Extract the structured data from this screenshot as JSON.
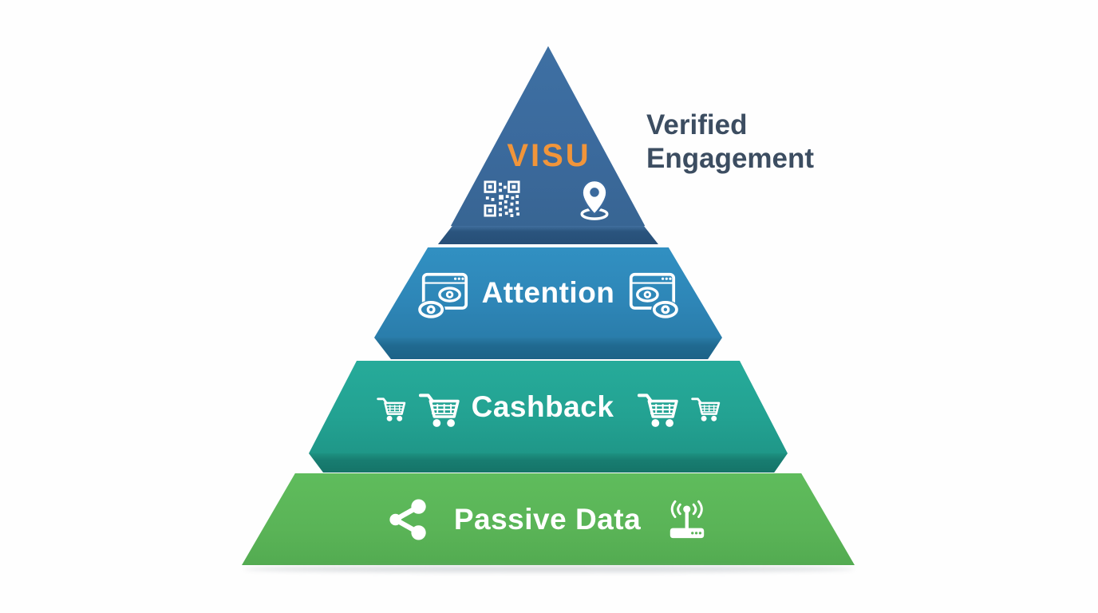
{
  "annotation": {
    "text": "Verified Engagement",
    "color": "#3c4d61"
  },
  "pyramid": {
    "label_color": "#ffffff",
    "tiers": [
      {
        "name": "Verified Engagement",
        "brand": "VISU",
        "brand_color": "#f1953a",
        "face_color": "#3b6a9d",
        "side_color": "#2a547e",
        "icons": [
          "qr-code",
          "location-pin"
        ]
      },
      {
        "name": "Attention",
        "label": "Attention",
        "face_color": "#2e86b7",
        "side_color": "#206a91",
        "icons": [
          "browser-eye",
          "browser-eye-mirrored"
        ]
      },
      {
        "name": "Cashback",
        "label": "Cashback",
        "face_color": "#23a292",
        "side_color": "#187d71",
        "icons": [
          "shopping-cart-small",
          "shopping-cart-large",
          "shopping-cart-large",
          "shopping-cart-small"
        ]
      },
      {
        "name": "Passive Data",
        "label": "Passive Data",
        "face_color": "#5ab457",
        "icons": [
          "share-nodes",
          "wifi-router"
        ]
      }
    ]
  }
}
